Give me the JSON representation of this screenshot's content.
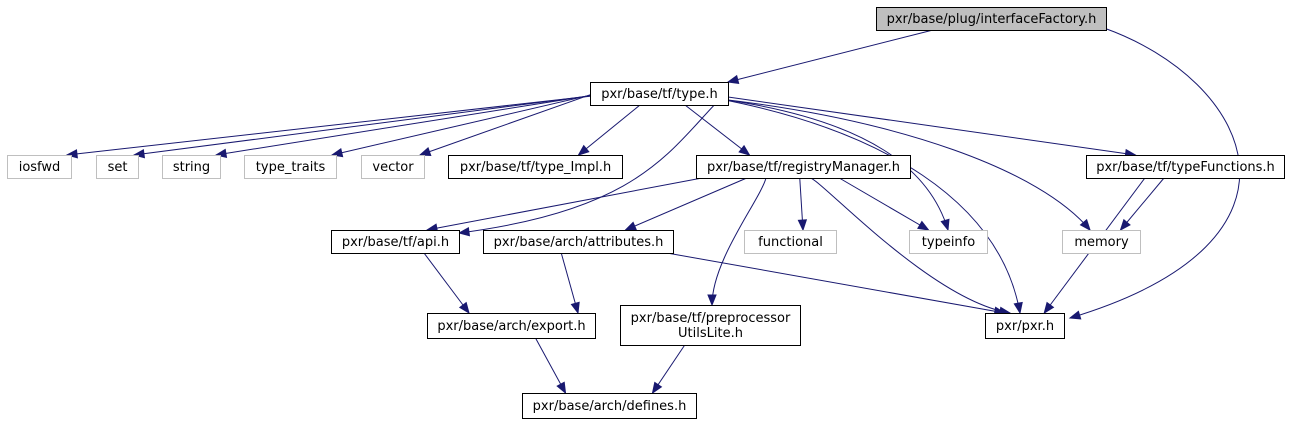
{
  "diagram": {
    "colors": {
      "edge": "#191970",
      "root_fill": "#bfbfbf",
      "system_border": "#bfbfbf",
      "local_border": "#000000"
    },
    "nodes": {
      "interfaceFactory": {
        "lines": [
          "pxr/base/plug/interfaceFactory.h"
        ],
        "kind": "root"
      },
      "type": {
        "lines": [
          "pxr/base/tf/type.h"
        ],
        "kind": "local"
      },
      "iosfwd": {
        "lines": [
          "iosfwd"
        ],
        "kind": "system"
      },
      "set": {
        "lines": [
          "set"
        ],
        "kind": "system"
      },
      "string": {
        "lines": [
          "string"
        ],
        "kind": "system"
      },
      "type_traits": {
        "lines": [
          "type_traits"
        ],
        "kind": "system"
      },
      "vector": {
        "lines": [
          "vector"
        ],
        "kind": "system"
      },
      "type_Impl": {
        "lines": [
          "pxr/base/tf/type_Impl.h"
        ],
        "kind": "local"
      },
      "registryManager": {
        "lines": [
          "pxr/base/tf/registryManager.h"
        ],
        "kind": "local"
      },
      "typeFunctions": {
        "lines": [
          "pxr/base/tf/typeFunctions.h"
        ],
        "kind": "local"
      },
      "api": {
        "lines": [
          "pxr/base/tf/api.h"
        ],
        "kind": "local"
      },
      "attributes": {
        "lines": [
          "pxr/base/arch/attributes.h"
        ],
        "kind": "local"
      },
      "functional": {
        "lines": [
          "functional"
        ],
        "kind": "system"
      },
      "typeinfo": {
        "lines": [
          "typeinfo"
        ],
        "kind": "system"
      },
      "memory": {
        "lines": [
          "memory"
        ],
        "kind": "system"
      },
      "export": {
        "lines": [
          "pxr/base/arch/export.h"
        ],
        "kind": "local"
      },
      "preprocessor": {
        "lines": [
          "pxr/base/tf/preprocessor",
          "UtilsLite.h"
        ],
        "kind": "local"
      },
      "pxr": {
        "lines": [
          "pxr/pxr.h"
        ],
        "kind": "local"
      },
      "defines": {
        "lines": [
          "pxr/base/arch/defines.h"
        ],
        "kind": "local"
      }
    },
    "edges": [
      [
        "interfaceFactory",
        "type"
      ],
      [
        "interfaceFactory",
        "pxr"
      ],
      [
        "type",
        "iosfwd"
      ],
      [
        "type",
        "set"
      ],
      [
        "type",
        "string"
      ],
      [
        "type",
        "type_traits"
      ],
      [
        "type",
        "vector"
      ],
      [
        "type",
        "type_Impl"
      ],
      [
        "type",
        "registryManager"
      ],
      [
        "type",
        "typeFunctions"
      ],
      [
        "type",
        "api"
      ],
      [
        "type",
        "typeinfo"
      ],
      [
        "type",
        "memory"
      ],
      [
        "type",
        "pxr"
      ],
      [
        "registryManager",
        "api"
      ],
      [
        "registryManager",
        "attributes"
      ],
      [
        "registryManager",
        "functional"
      ],
      [
        "registryManager",
        "typeinfo"
      ],
      [
        "registryManager",
        "preprocessor"
      ],
      [
        "registryManager",
        "pxr"
      ],
      [
        "typeFunctions",
        "memory"
      ],
      [
        "typeFunctions",
        "pxr"
      ],
      [
        "api",
        "export"
      ],
      [
        "attributes",
        "export"
      ],
      [
        "attributes",
        "pxr"
      ],
      [
        "export",
        "defines"
      ],
      [
        "preprocessor",
        "defines"
      ]
    ]
  }
}
